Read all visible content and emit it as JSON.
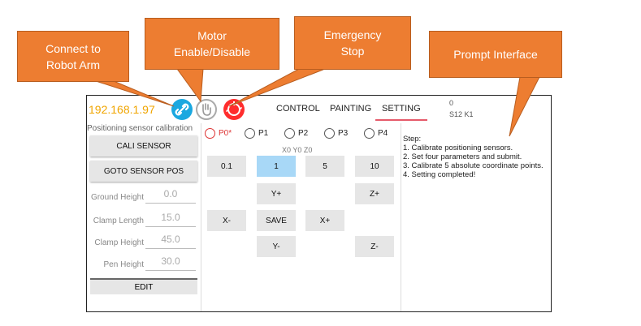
{
  "header": {
    "ip": "192.168.1.97",
    "tabs": [
      "CONTROL",
      "PAINTING",
      "SETTING"
    ],
    "active_tab": "SETTING",
    "status_number": "0",
    "status_text": "S12 K1",
    "icons": [
      "connect-icon",
      "motor-icon",
      "emergency-stop-icon"
    ]
  },
  "left": {
    "caption": "Positioning sensor calibration",
    "cali_button": "CALI SENSOR",
    "goto_button": "GOTO SENSOR POS",
    "params": [
      {
        "label": "Ground Height",
        "value": "0.0"
      },
      {
        "label": "Clamp Length",
        "value": "15.0"
      },
      {
        "label": "Clamp Height",
        "value": "45.0"
      },
      {
        "label": "Pen Height",
        "value": "30.0"
      }
    ],
    "edit_button": "EDIT"
  },
  "middle": {
    "radios": [
      "P0*",
      "P1",
      "P2",
      "P3",
      "P4"
    ],
    "selected_radio": "P0*",
    "coords": "X0 Y0 Z0",
    "steps": [
      "0.1",
      "1",
      "5",
      "10"
    ],
    "selected_step": "1",
    "jog": {
      "y_plus": "Y+",
      "z_plus": "Z+",
      "x_minus": "X-",
      "save": "SAVE",
      "x_plus": "X+",
      "y_minus": "Y-",
      "z_minus": "Z-"
    }
  },
  "right": {
    "steps": [
      "Step:",
      "1. Calibrate positioning sensors.",
      "2. Set four parameters and submit.",
      "3. Calibrate 5 absolute coordinate points.",
      "4. Setting completed!"
    ]
  },
  "callouts": {
    "connect": [
      "Connect to",
      "Robot Arm"
    ],
    "motor": [
      "Motor",
      "Enable/Disable"
    ],
    "emergency": [
      "Emergency",
      "Stop"
    ],
    "prompt": [
      "Prompt Interface"
    ]
  },
  "colors": {
    "callout": "#ed7d31",
    "ip": "#f0a500",
    "active_tab": "#e65a6a",
    "selected_step": "#a8d8f7"
  }
}
